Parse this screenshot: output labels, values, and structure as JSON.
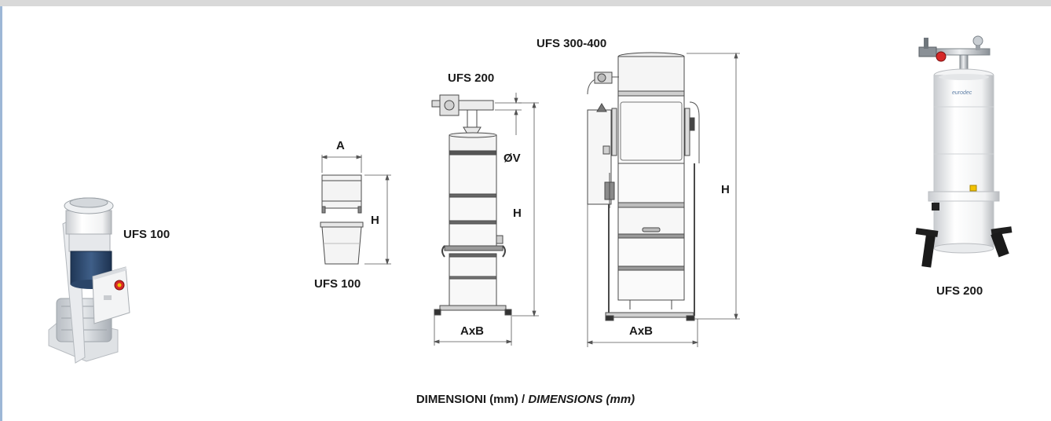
{
  "labels": {
    "ufs100_photo": "UFS 100",
    "ufs100_drawing": "UFS 100",
    "ufs200_drawing": "UFS 200",
    "ufs300_400_drawing": "UFS 300-400",
    "ufs200_photo": "UFS 200",
    "photo_brand": "eurodec"
  },
  "dims": {
    "a": "A",
    "h1": "H",
    "h2": "H",
    "h3": "H",
    "dv": "ØV",
    "axb1": "AxB",
    "axb2": "AxB"
  },
  "caption": {
    "main": "DIMENSIONI (mm) / ",
    "italic": "DIMENSIONS (mm)"
  },
  "colors": {
    "accent_bar": "#9db7d6",
    "top_bar": "#d9d9d9",
    "warning_red": "#d62828",
    "warning_yellow": "#f2c200"
  }
}
